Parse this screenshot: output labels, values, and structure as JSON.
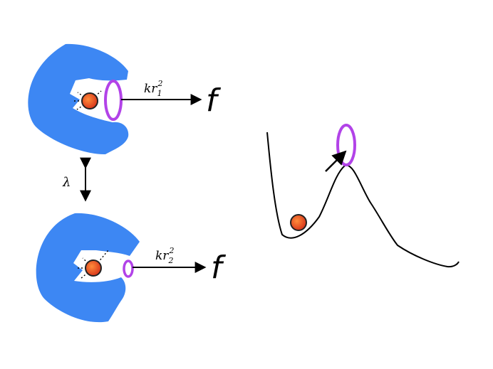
{
  "state1": {
    "rate_base": "kr",
    "rate_sub": "1",
    "rate_sup": "2",
    "force_label": "f"
  },
  "state2": {
    "rate_base": "kr",
    "rate_sub": "2",
    "rate_sup": "2",
    "force_label": "f"
  },
  "switch_label": "λ",
  "colors": {
    "protein": "#3d87f3",
    "ligand_core": "#e8411d",
    "ligand_glow": "#ff8c3a",
    "ring": "#b243e8",
    "line": "#000000"
  },
  "icons": [
    "bidirectional-arrow-icon",
    "force-arrow-icon",
    "ligand-icon",
    "pore-ring-icon"
  ]
}
